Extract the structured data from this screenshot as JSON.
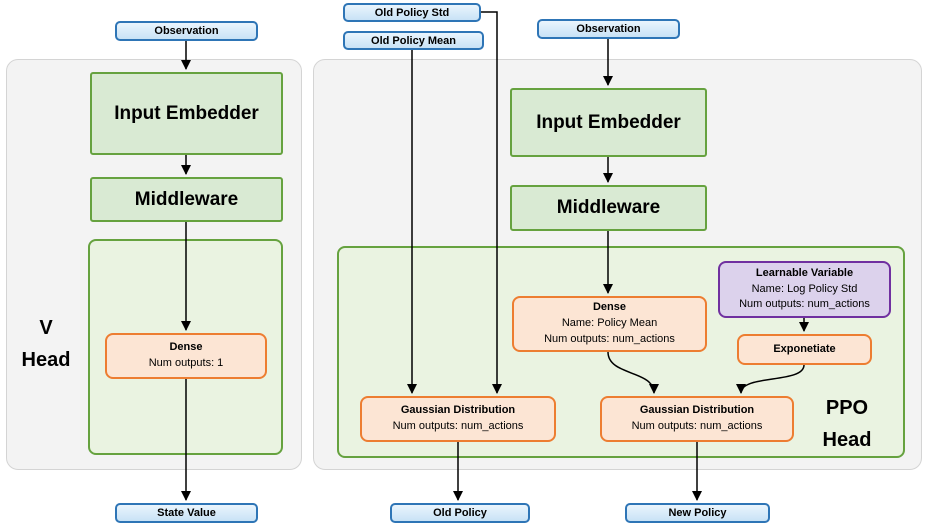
{
  "colors": {
    "blue_fill": "#cfe6f8",
    "blue_border": "#2e75b6",
    "green_fill": "#d9ead3",
    "green_border": "#66a23f",
    "green_container_fill": "#eaf3e1",
    "orange_fill": "#fce5d4",
    "orange_border": "#ed7d31",
    "purple_fill": "#dcd2ec",
    "purple_border": "#7030a0",
    "panel_fill": "#f3f3f3",
    "arrow": "#000000"
  },
  "v_head": {
    "observation": "Observation",
    "input_embedder": "Input Embedder",
    "middleware": "Middleware",
    "dense": {
      "title": "Dense",
      "outputs": "Num outputs: 1"
    },
    "head_label": [
      "V",
      "Head"
    ],
    "state_value": "State Value"
  },
  "ppo_head": {
    "old_policy_std": "Old Policy Std",
    "old_policy_mean": "Old Policy Mean",
    "observation": "Observation",
    "input_embedder": "Input Embedder",
    "middleware": "Middleware",
    "dense": {
      "title": "Dense",
      "name": "Name: Policy Mean",
      "outputs": "Num outputs: num_actions"
    },
    "learnable_variable": {
      "title": "Learnable Variable",
      "name": "Name: Log Policy Std",
      "outputs": "Num outputs: num_actions"
    },
    "exponetiate": "Exponetiate",
    "gaussian_old": {
      "title": "Gaussian Distribution",
      "outputs": "Num outputs: num_actions"
    },
    "gaussian_new": {
      "title": "Gaussian Distribution",
      "outputs": "Num outputs: num_actions"
    },
    "head_label": [
      "PPO",
      "Head"
    ],
    "old_policy": "Old Policy",
    "new_policy": "New Policy"
  }
}
